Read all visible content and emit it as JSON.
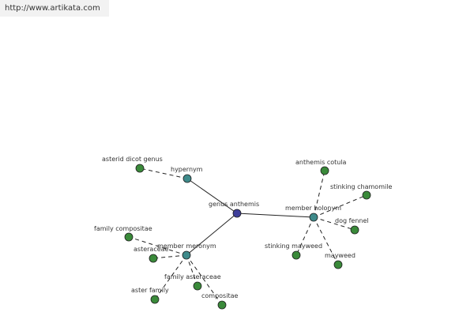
{
  "header": {
    "url": "http://www.artikata.com"
  },
  "colors": {
    "center_node": "#3f3f9a",
    "relation_node": "#3e8a8a",
    "leaf_node": "#3a8a3a",
    "edge": "#222222",
    "text": "#333333"
  },
  "graph": {
    "center": {
      "id": "center",
      "label": "genus anthemis"
    },
    "relations": [
      {
        "id": "hypernym",
        "label": "hypernym"
      },
      {
        "id": "holonym",
        "label": "member holonym"
      },
      {
        "id": "meronym",
        "label": "member meronym"
      }
    ],
    "leaves": [
      {
        "id": "asterid",
        "label": "asterid dicot genus",
        "parent": "hypernym"
      },
      {
        "id": "cotula",
        "label": "anthemis cotula",
        "parent": "holonym"
      },
      {
        "id": "chamomile",
        "label": "stinking chamomile",
        "parent": "holonym"
      },
      {
        "id": "dogfennel",
        "label": "dog fennel",
        "parent": "holonym"
      },
      {
        "id": "mayweed",
        "label": "mayweed",
        "parent": "holonym"
      },
      {
        "id": "stinkmay",
        "label": "stinking mayweed",
        "parent": "holonym"
      },
      {
        "id": "famcomp",
        "label": "family compositae",
        "parent": "meronym"
      },
      {
        "id": "asteraceae",
        "label": "asteraceae",
        "parent": "meronym"
      },
      {
        "id": "asterfam",
        "label": "aster family",
        "parent": "meronym"
      },
      {
        "id": "famaster",
        "label": "family asteraceae",
        "parent": "meronym"
      },
      {
        "id": "compositae",
        "label": "compositae",
        "parent": "meronym"
      }
    ]
  }
}
